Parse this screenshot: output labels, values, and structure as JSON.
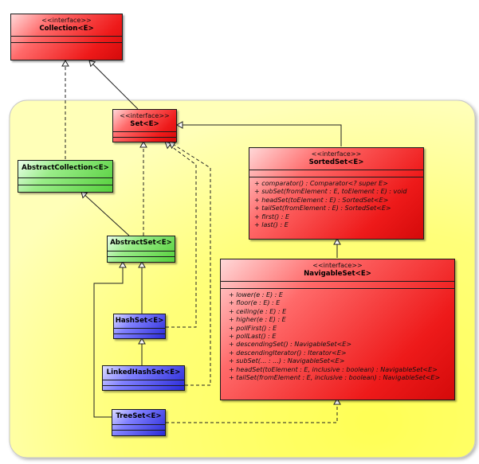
{
  "colors": {
    "interface": "#ee2222",
    "abstract_class": "#66dd44",
    "concrete_class": "#3333dd",
    "package_background": "#ffff66"
  },
  "diagram": {
    "collection": {
      "stereotype": "<<interface>>",
      "name": "Collection<E>"
    },
    "set": {
      "stereotype": "<<interface>>",
      "name": "Set<E>"
    },
    "sorted_set": {
      "stereotype": "<<interface>>",
      "name": "SortedSet<E>",
      "operations": [
        "+ comparator() : Comparator<? super E>",
        "+ subSet(fromElement : E, toElement : E) : void",
        "+ headSet(toElement : E) : SortedSet<E>",
        "+ tailSet(fromElement : E) : SortedSet<E>",
        "+ first() : E",
        "+ last() : E"
      ]
    },
    "navigable_set": {
      "stereotype": "<<interface>>",
      "name": "NavigableSet<E>",
      "operations": [
        "+ lower(e : E) : E",
        "+ floor(e : E) : E",
        "+ ceiling(e : E) : E",
        "+ higher(e : E) : E",
        "+ pollFirst() : E",
        "+ pollLast() : E",
        "+ descendingSet() : NavigableSet<E>",
        "+ descendingIterator() : Iterator<E>",
        "+ subSet(... : ...) : NavigableSet<E>",
        "+ headSet(toElement : E, inclusive : boolean) : NavigableSet<E>",
        "+ tailSet(fromElement : E, inclusive : boolean) : NavigableSet<E>"
      ]
    },
    "abstract_collection": {
      "name": "AbstractCollection<E>"
    },
    "abstract_set": {
      "name": "AbstractSet<E>"
    },
    "hash_set": {
      "name": "HashSet<E>"
    },
    "linked_hash_set": {
      "name": "LinkedHashSet<E>"
    },
    "tree_set": {
      "name": "TreeSet<E>"
    }
  }
}
